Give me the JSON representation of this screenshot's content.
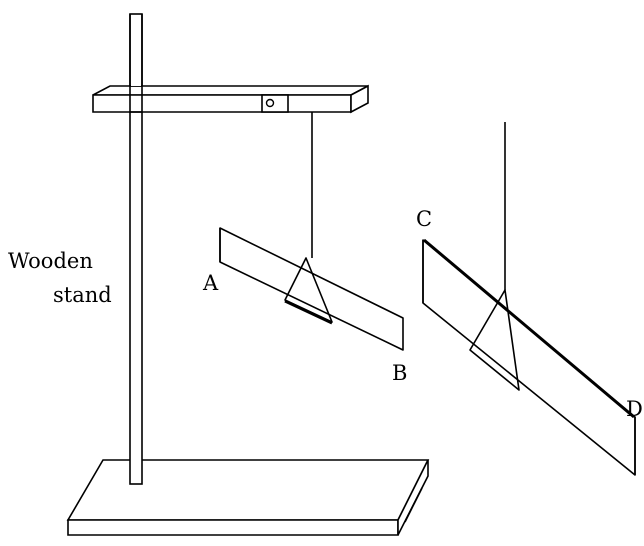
{
  "diagram": {
    "stand_label_line1": "Wooden",
    "stand_label_line2": "stand",
    "label_a": "A",
    "label_b": "B",
    "label_c": "C",
    "label_d": "D"
  }
}
